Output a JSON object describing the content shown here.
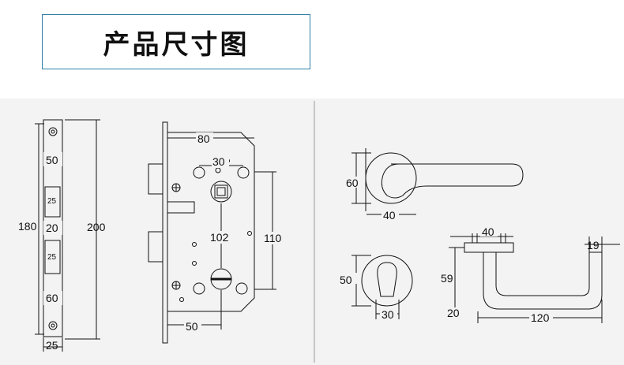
{
  "header": {
    "title": "产品尺寸图"
  },
  "faceplate": {
    "height_total": "200",
    "height_inner": "180",
    "width": "25",
    "seg_top": "50",
    "seg_mid": "20",
    "seg_bottom": "60",
    "slot_a": "25",
    "slot_b": "25"
  },
  "lockbody": {
    "width": "80",
    "spindle_spacing": "30",
    "center_distance": "102",
    "body_height": "110",
    "backset": "50"
  },
  "rose_handle": {
    "rose_height": "60",
    "rose_width": "40"
  },
  "escutcheon": {
    "height": "50",
    "keyhole_width": "30"
  },
  "lever": {
    "base_width": "40",
    "grip_dia": "19",
    "projection": "59",
    "offset": "20",
    "length": "120"
  }
}
